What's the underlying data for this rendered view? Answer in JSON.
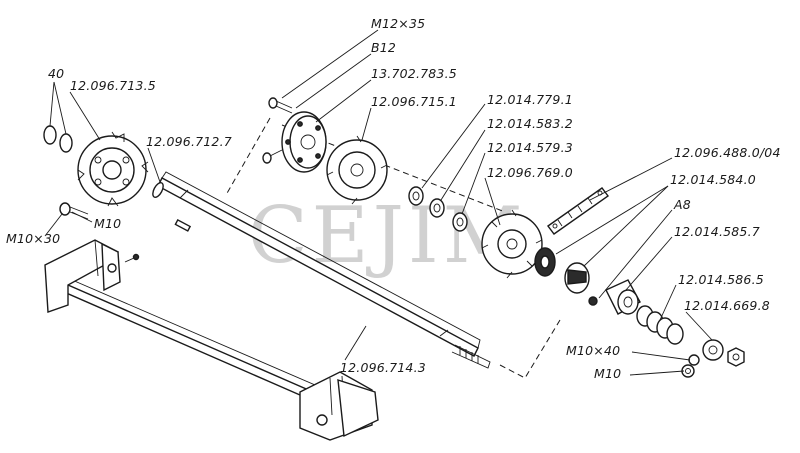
{
  "watermark": "CEJIM",
  "labels": {
    "m12x35": "M12×35",
    "b12": "B12",
    "p13_702_783_5": "13.702.783.5",
    "p12_096_715_1": "12.096.715.1",
    "p12_014_779_1": "12.014.779.1",
    "p12_014_583_2": "12.014.583.2",
    "p12_014_579_3": "12.014.579.3",
    "p12_096_769_0": "12.096.769.0",
    "p12_096_488_0_04": "12.096.488.0/04",
    "p12_014_584_0": "12.014.584.0",
    "a8": "A8",
    "p12_014_585_7": "12.014.585.7",
    "p12_014_586_5": "12.014.586.5",
    "p12_014_669_8": "12.014.669.8",
    "m10x40": "M10×40",
    "m10_right": "M10",
    "p40": "40",
    "p12_096_713_5": "12.096.713.5",
    "p12_096_712_7": "12.096.712.7",
    "m10_left": "M10",
    "m10x30": "M10×30",
    "p12_096_714_3": "12.096.714.3"
  },
  "colors": {
    "ink": "#1b1b1b",
    "watermark": "#9a9a9a",
    "paper": "#ffffff"
  }
}
